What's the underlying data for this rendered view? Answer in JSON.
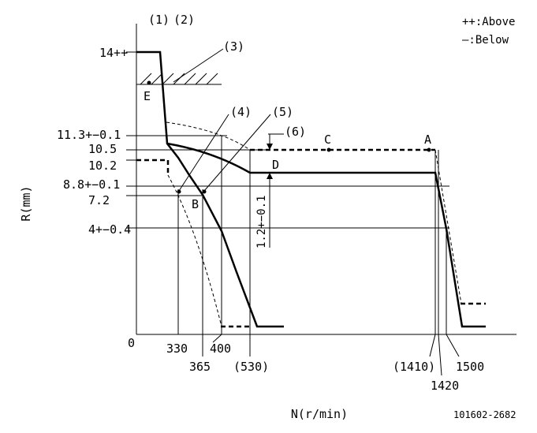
{
  "legend": {
    "above": "++:Above",
    "below": "—:Below"
  },
  "top_labels": {
    "l1": "(1)",
    "l2": "(2)",
    "l3": "(3)",
    "l4": "(4)",
    "l5": "(5)",
    "l6": "(6)"
  },
  "axis": {
    "y_title": "R(mm)",
    "x_title": "N(r/min)",
    "origin": "0"
  },
  "y_ticks": {
    "t14": "14++",
    "t113": "11.3+−0.1",
    "t105": "10.5",
    "t102": "10.2",
    "t88": "8.8+−0.1",
    "t72": "7.2",
    "t4": "4+−0.4"
  },
  "x_ticks": {
    "t330": "330",
    "t365": "365",
    "t400": "400",
    "t530": "(530)",
    "t1410": "(1410)",
    "t1420": "1420",
    "t1500": "1500"
  },
  "points": {
    "A": "A",
    "B": "B",
    "C": "C",
    "D": "D",
    "E": "E"
  },
  "annotation_vertical": "1.2+−0.1",
  "diagram_id": "101602-2682"
}
